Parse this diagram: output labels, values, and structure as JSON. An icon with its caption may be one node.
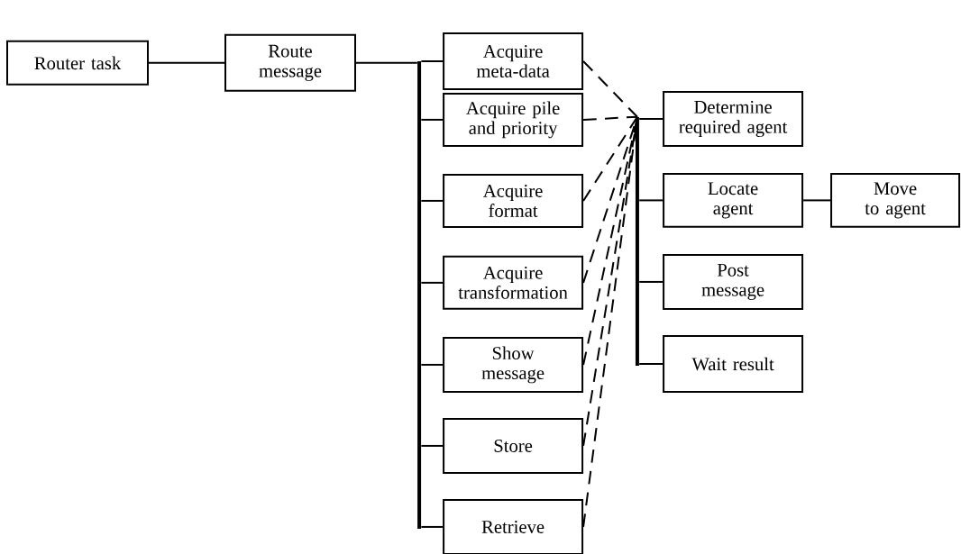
{
  "diagram": {
    "nodes": [
      {
        "text": [
          "Router task"
        ]
      },
      {
        "text": [
          "Route message"
        ]
      },
      {
        "text": [
          "Acquire meta-data"
        ]
      },
      {
        "text": [
          "Acquire pile and priority"
        ]
      },
      {
        "text": [
          "Acquire format"
        ]
      },
      {
        "text": [
          "Acquire transformation"
        ]
      },
      {
        "text": [
          "Show message"
        ]
      },
      {
        "text": [
          "Store"
        ]
      },
      {
        "text": [
          "Retrieve"
        ]
      },
      {
        "text": [
          "Determine required agent"
        ]
      },
      {
        "text": [
          "Locate agent"
        ]
      },
      {
        "text": [
          "Post message"
        ]
      },
      {
        "text": [
          "Wait result"
        ]
      },
      {
        "text": [
          "Move to agent"
        ]
      },
      {
        "text": [],
        "shape": "bar"
      },
      {
        "text": [],
        "shape": "bar"
      }
    ],
    "edges": [
      {
        "from": 0,
        "to": 1,
        "arrow": "none"
      },
      {
        "from": 1,
        "to": 14,
        "arrow": "none"
      },
      {
        "from": 14,
        "to": 2,
        "arrow": "none"
      },
      {
        "from": 14,
        "to": 3,
        "arrow": "none"
      },
      {
        "from": 14,
        "to": 4,
        "arrow": "none"
      },
      {
        "from": 14,
        "to": 5,
        "arrow": "none"
      },
      {
        "from": 14,
        "to": 6,
        "arrow": "none"
      },
      {
        "from": 14,
        "to": 7,
        "arrow": "none"
      },
      {
        "from": 14,
        "to": 8,
        "arrow": "none"
      },
      {
        "from": 2,
        "to": 15,
        "arrow": "none",
        "style": "dashed"
      },
      {
        "from": 3,
        "to": 15,
        "arrow": "none",
        "style": "dashed"
      },
      {
        "from": 4,
        "to": 15,
        "arrow": "none",
        "style": "dashed"
      },
      {
        "from": 5,
        "to": 15,
        "arrow": "none",
        "style": "dashed"
      },
      {
        "from": 6,
        "to": 15,
        "arrow": "none",
        "style": "dashed"
      },
      {
        "from": 7,
        "to": 15,
        "arrow": "none",
        "style": "dashed"
      },
      {
        "from": 8,
        "to": 15,
        "arrow": "none",
        "style": "dashed"
      },
      {
        "from": 15,
        "to": 9,
        "arrow": "none"
      },
      {
        "from": 15,
        "to": 10,
        "arrow": "none"
      },
      {
        "from": 15,
        "to": 11,
        "arrow": "none"
      },
      {
        "from": 15,
        "to": 12,
        "arrow": "none"
      },
      {
        "from": 10,
        "to": 13,
        "arrow": "none"
      }
    ]
  }
}
